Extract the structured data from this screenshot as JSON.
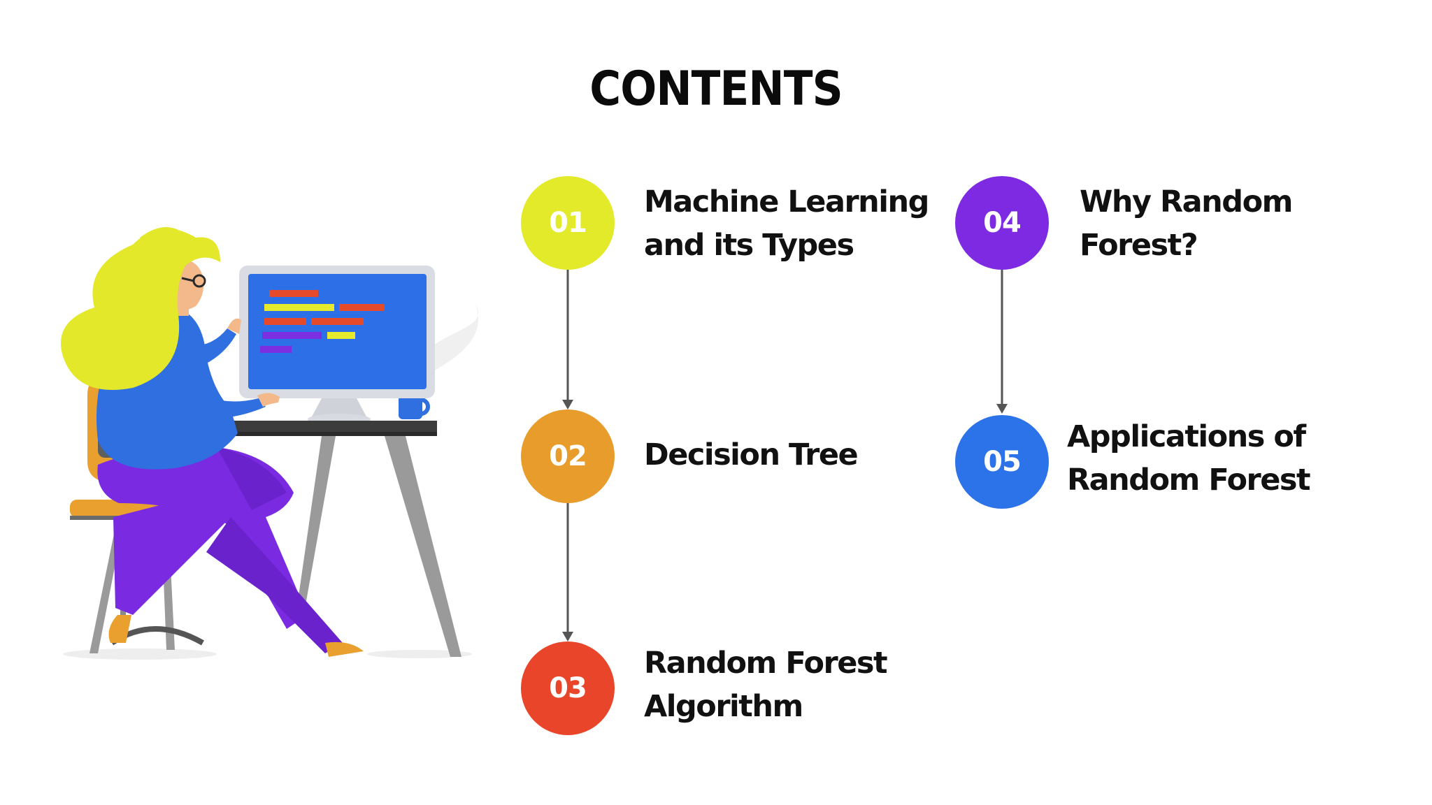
{
  "page": {
    "title": "CONTENTS"
  },
  "items": [
    {
      "number": "01",
      "line1": "Machine Learning",
      "line2": "and its Types",
      "color": "#e2ea2a"
    },
    {
      "number": "02",
      "line1": "Decision Tree",
      "line2": "",
      "color": "#e79c2c"
    },
    {
      "number": "03",
      "line1": "Random Forest",
      "line2": "Algorithm",
      "color": "#e8452a"
    },
    {
      "number": "04",
      "line1": "Why Random",
      "line2": "Forest?",
      "color": "#7e2ae2"
    },
    {
      "number": "05",
      "line1": "Applications of",
      "line2": "Random Forest",
      "color": "#2c72e8"
    }
  ],
  "illustration": {
    "hair_color": "#e4e82a",
    "shirt_color": "#2f6fe0",
    "pants_color": "#7a2ae0",
    "chair_color": "#e9a02e",
    "screen_color": "#2d6fe6",
    "code_colors": [
      "#e54b2b",
      "#e5ea2d",
      "#7b2fe0"
    ]
  }
}
